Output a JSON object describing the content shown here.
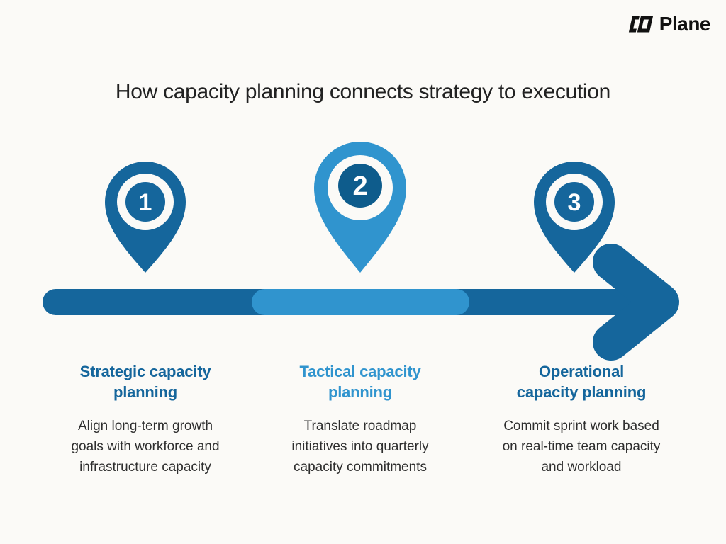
{
  "brand": {
    "name": "Plane",
    "logo_icon": "plane-logo-icon",
    "logo_color": "#111111"
  },
  "title": "How capacity planning connects strategy to execution",
  "colors": {
    "background": "#FBFAF7",
    "dark_blue": "#15669C",
    "light_blue": "#3094CE",
    "pin_inner_dark": "#0E5C8C",
    "title_text": "#212121",
    "body_text": "#2E2E2E"
  },
  "timeline": {
    "type": "horizontal-arrow",
    "direction": "left-to-right",
    "arrow_color": "#15669C",
    "highlight_segment_color": "#3094CE",
    "highlighted_step": "2"
  },
  "steps": [
    {
      "number": "1",
      "pin_color": "#15669C",
      "heading_lines": [
        "Strategic capacity",
        "planning"
      ],
      "description_lines": [
        "Align long-term growth",
        "goals with workforce and",
        "infrastructure capacity"
      ]
    },
    {
      "number": "2",
      "pin_color": "#3094CE",
      "heading_lines": [
        "Tactical capacity",
        "planning"
      ],
      "description_lines": [
        "Translate roadmap",
        "initiatives into quarterly",
        "capacity commitments"
      ]
    },
    {
      "number": "3",
      "pin_color": "#15669C",
      "heading_lines": [
        "Operational",
        "capacity planning"
      ],
      "description_lines": [
        "Commit sprint work based",
        "on real-time team capacity",
        "and workload"
      ]
    }
  ]
}
